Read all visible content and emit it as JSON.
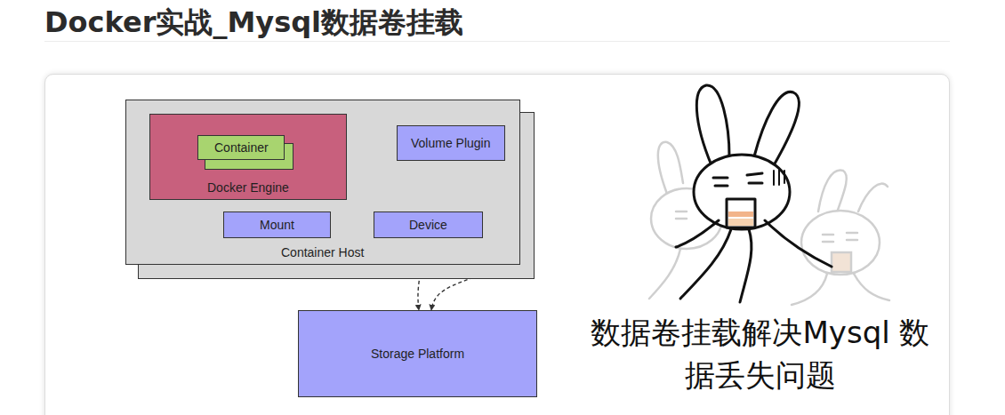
{
  "diagram": {
    "title": "Docker实战_Mysql数据卷挂载",
    "nodes": [
      {
        "text": [
          "Container Host"
        ]
      },
      {
        "text": [
          "Docker Engine"
        ],
        "in": 0
      },
      {
        "text": [
          "Container"
        ],
        "in": 1
      },
      {
        "text": [
          "Volume Plugin"
        ],
        "in": 0
      },
      {
        "text": [
          "Mount"
        ],
        "in": 0
      },
      {
        "text": [
          "Device"
        ],
        "in": 0
      },
      {
        "text": [
          "Storage Platform"
        ]
      }
    ],
    "edges": [
      {
        "from": 1,
        "to": 3,
        "arrow": "to"
      },
      {
        "from": 1,
        "to": 4,
        "arrow": "to"
      },
      {
        "from": 4,
        "to": 5,
        "arrow": "to"
      },
      {
        "from": 3,
        "to": 6,
        "arrow": "to"
      },
      {
        "from": 5,
        "to": 6,
        "arrow": "both"
      }
    ],
    "labels": [
      "数据卷挂载解决Mysql 数据丢失问题"
    ]
  }
}
